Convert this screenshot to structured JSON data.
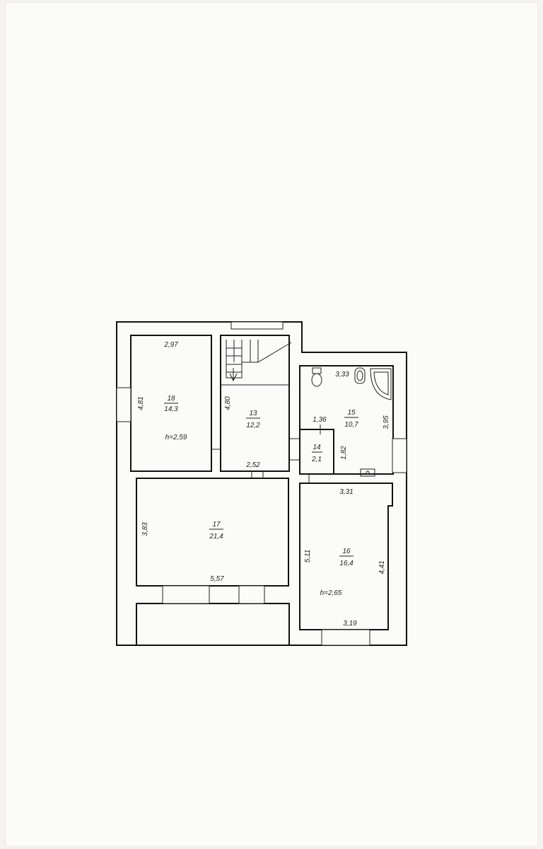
{
  "rooms": [
    {
      "number": "18",
      "area": "14,3",
      "height": "h=2,59",
      "dims": [
        "2,97",
        "4,81"
      ]
    },
    {
      "number": "13",
      "area": "12,2",
      "dims": [
        "4,80",
        "2,52"
      ]
    },
    {
      "number": "15",
      "area": "10,7",
      "dims": [
        "3,33",
        "3,95",
        "1,36"
      ]
    },
    {
      "number": "14",
      "area": "2,1",
      "dims": [
        "1,82"
      ]
    },
    {
      "number": "17",
      "area": "21,4",
      "dims": [
        "3,83",
        "5,57"
      ]
    },
    {
      "number": "16",
      "area": "16,4",
      "height": "h=2,65",
      "dims": [
        "3,31",
        "5,11",
        "4,41",
        "3,19"
      ]
    }
  ]
}
